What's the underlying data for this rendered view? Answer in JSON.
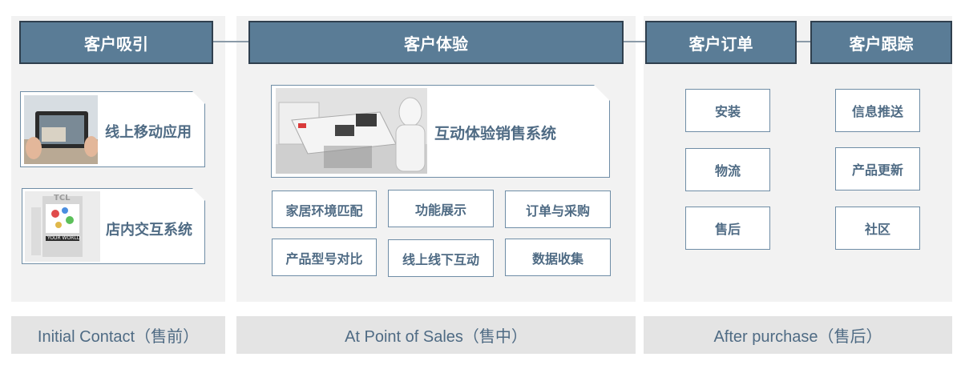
{
  "stages": [
    {
      "header": "客户吸引",
      "footer": "Initial Contact（售前）"
    },
    {
      "header": "客户体验",
      "footer": "At Point of Sales（售中）"
    },
    {
      "header_a": "客户订单",
      "header_b": "客户跟踪",
      "footer": "After purchase（售后）"
    }
  ],
  "attract": {
    "cards": [
      {
        "label": "线上移动应用"
      },
      {
        "label": "店内交互系统",
        "image_text": "TCL",
        "image_caption": "YOUR WORLD"
      }
    ]
  },
  "experience": {
    "main_card": "互动体验销售系统",
    "items": [
      "家居环境匹配",
      "功能展示",
      "订单与采购",
      "产品型号对比",
      "线上线下互动",
      "数据收集"
    ]
  },
  "order": {
    "items": [
      "安装",
      "物流",
      "售后"
    ]
  },
  "tracking": {
    "items": [
      "信息推送",
      "产品更新",
      "社区"
    ]
  },
  "colors": {
    "header_fill": "#5a7c96",
    "header_border": "#2f3f4e",
    "text_blue": "#4f6b84",
    "panel": "#f2f2f2",
    "footer": "#e4e4e4"
  }
}
